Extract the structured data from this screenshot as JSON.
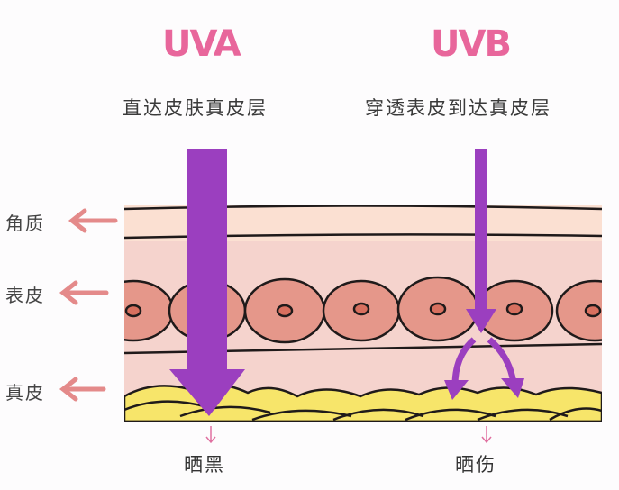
{
  "uva": {
    "title": "UVA",
    "description": "直达皮肤真皮层",
    "effect": "晒黑"
  },
  "uvb": {
    "title": "UVB",
    "description": "穿透表皮到达真皮层",
    "effect": "晒伤"
  },
  "layers": [
    {
      "label": "角质"
    },
    {
      "label": "表皮"
    },
    {
      "label": "真皮"
    }
  ],
  "colors": {
    "title_pink": "#e8669b",
    "arrow_purple": "#9b3fbf",
    "label_arrow": "#e48a8a",
    "stratum": "#fbe0d2",
    "epidermis": "#f5d3cd",
    "cell": "#e5978a",
    "fat": "#f7e56a"
  }
}
